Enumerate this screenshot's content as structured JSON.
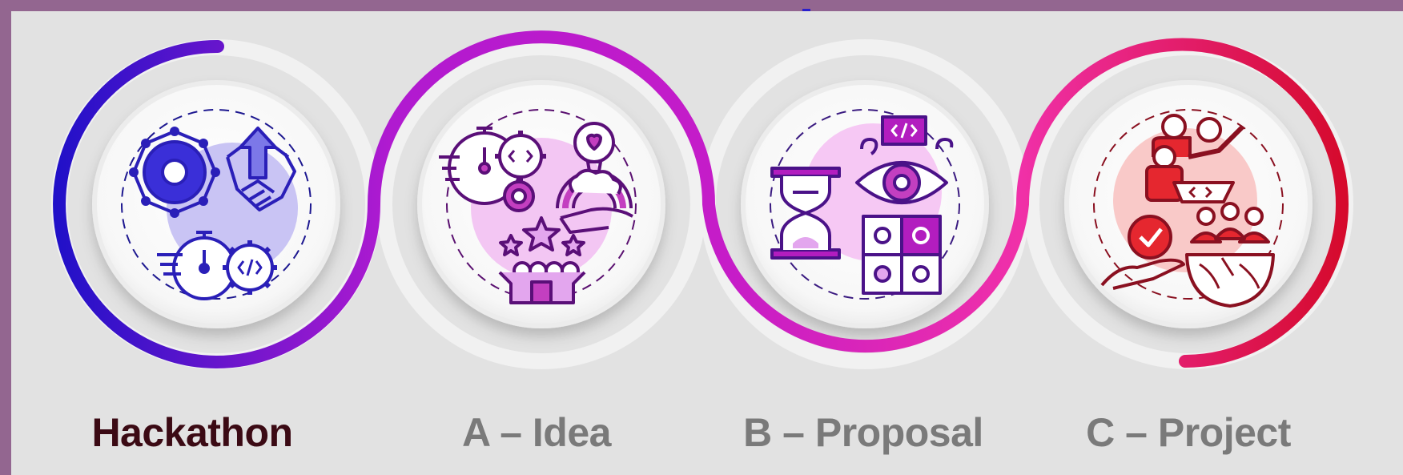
{
  "steps": [
    {
      "label": "Hackathon",
      "icon": "hackathon-collaboration-icon",
      "active": true
    },
    {
      "label": "A – Idea",
      "icon": "idea-brainstorm-icon",
      "active": false
    },
    {
      "label": "B – Proposal",
      "icon": "proposal-vision-icon",
      "active": false
    },
    {
      "label": "C – Project",
      "icon": "project-team-icon",
      "active": false
    }
  ],
  "colors": {
    "frame": "#936690",
    "panel": "#e2e2e2",
    "active_label": "#3b0a14",
    "inactive_label": "#7a7a7a",
    "gradient_start": "#1d10c8",
    "gradient_mid": "#b01ad0",
    "gradient_pink": "#f030a8",
    "gradient_end": "#d40826"
  }
}
